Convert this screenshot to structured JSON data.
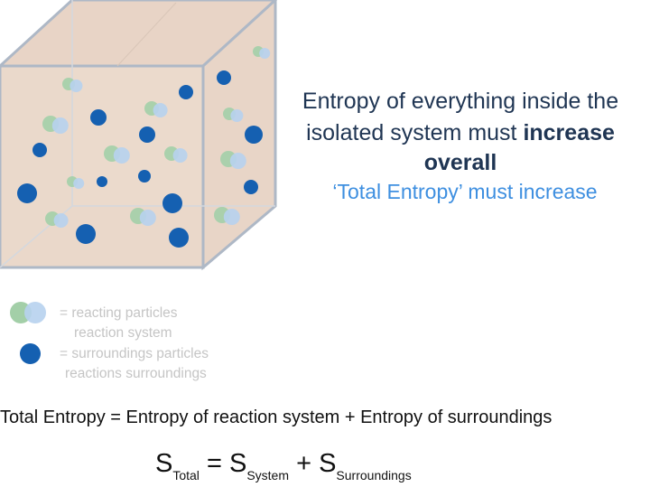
{
  "headline": {
    "line1": "Entropy of everything inside the",
    "line2_prefix": "isolated system must ",
    "line2_bold": "increase overall"
  },
  "subheadline": "‘Total Entropy’ must increase",
  "legend": {
    "reacting_line1": "= reacting particles",
    "reacting_line2": "reaction system",
    "surroundings_line1": "= surroundings particles",
    "surroundings_line2": "reactions surroundings"
  },
  "total_entropy_text": "Total Entropy = Entropy of reaction system + Entropy of surroundings",
  "equation": {
    "s1": "S",
    "sub1": "Total",
    "eq": " = ",
    "s2": "S",
    "sub2": "System",
    "plus": " + ",
    "s3": "S",
    "sub3": "Surroundings"
  },
  "colors": {
    "box_fill": "#eddcd0",
    "box_edge": "#aeb8c6",
    "reacting_green": "#a3cfa8",
    "reacting_blue": "#b7d1ee",
    "surroundings_blue": "#1560b1",
    "headline": "#1f3553",
    "subheadline": "#3e8fe0",
    "legend_text": "#c5c5c5"
  }
}
